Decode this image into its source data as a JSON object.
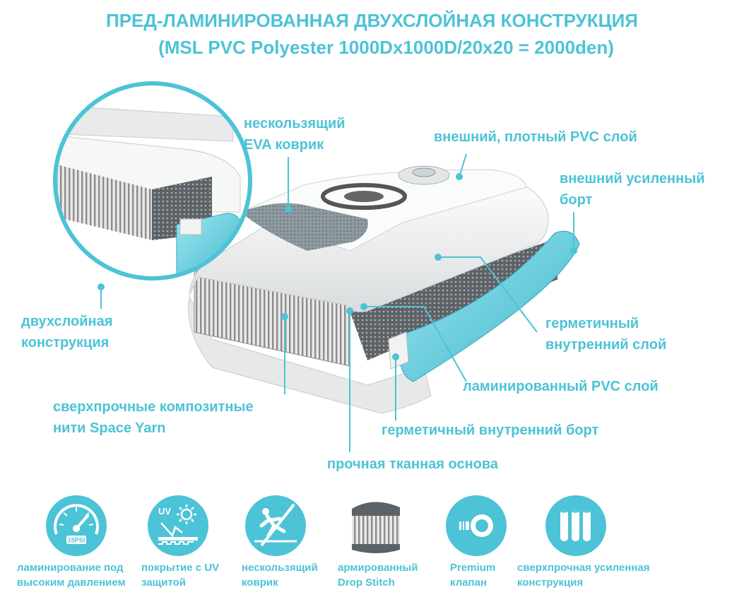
{
  "title": {
    "line1": "ПРЕД-ЛАМИНИРОВАННАЯ ДВУХСЛОЙНАЯ КОНСТРУКЦИЯ",
    "line2": "(MSL PVC Polyester 1000Dx1000D/20x20 = 2000den)"
  },
  "labels": {
    "eva_mat": {
      "line1": "нескользящий",
      "line2": "EVA коврик"
    },
    "outer_pvc": "внешний, плотный PVC слой",
    "outer_rail": {
      "line1": "внешний усиленный",
      "line2": "борт"
    },
    "double_layer": {
      "line1": "двухслойная",
      "line2": "конструкция"
    },
    "sealed_inner_layer": {
      "line1": "герметичный",
      "line2": "внутренний слой"
    },
    "laminated_pvc": "ламинированный PVC слой",
    "space_yarn": {
      "line1": "сверхпрочные композитные",
      "line2": "нити Space Yarn"
    },
    "sealed_inner_rail": "герметичный внутренний борт",
    "woven_base": "прочная тканная основа"
  },
  "features": [
    {
      "icon": "pressure-gauge-icon",
      "gauge_text": "15PSI",
      "line1": "ламинирование под",
      "line2": "высоким давлением"
    },
    {
      "icon": "uv-sun-icon",
      "uv_text": "UV",
      "line1": "покрытие с UV",
      "line2": "защитой"
    },
    {
      "icon": "non-slip-icon",
      "line1": "нескользящий",
      "line2": "коврик"
    },
    {
      "icon": "drop-stitch-icon",
      "line1": "армированный",
      "line2": "Drop Stitch"
    },
    {
      "icon": "valve-icon",
      "line1": "Premium",
      "line2": "клапан"
    },
    {
      "icon": "rails-icon",
      "line1": "сверхпрочная усиленная",
      "line2": "конструкция"
    }
  ],
  "colors": {
    "accent": "#4cc3d6",
    "rail": "#5ccfe0",
    "board": "#f4f5f5",
    "mat": "#8e9aa0",
    "threads": "#9a9a9a"
  }
}
